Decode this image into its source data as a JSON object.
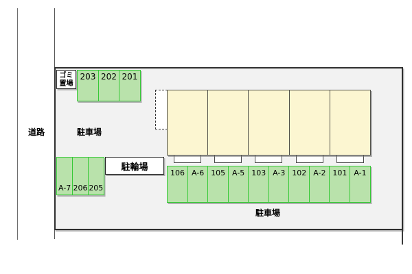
{
  "site_plan": {
    "road_label": "道路",
    "upper_parking_label": "駐車場",
    "lower_parking_label": "駐車場",
    "bicycle_parking_label": "駐輪場",
    "garbage_area_label_line1": "ゴミ",
    "garbage_area_label_line2": "置場",
    "parking_top_row": [
      "203",
      "202",
      "201"
    ],
    "parking_left_group": [
      "A-7",
      "206",
      "205"
    ],
    "parking_bottom_row": [
      "106",
      "A-6",
      "105",
      "A-5",
      "103",
      "A-3",
      "102",
      "A-2",
      "101",
      "A-1"
    ],
    "building_unit_count": 5,
    "colors": {
      "site_fill": "#f2f2f2",
      "site_border": "#2e2e2e",
      "parking_space_fill": "#b9e2ab",
      "parking_space_border": "#36c936",
      "building_fill": "#fcf6d1",
      "building_border": "#52524a",
      "white_box_fill": "#ffffff",
      "road_line": "#6e6e6e",
      "text": "#000000"
    }
  }
}
